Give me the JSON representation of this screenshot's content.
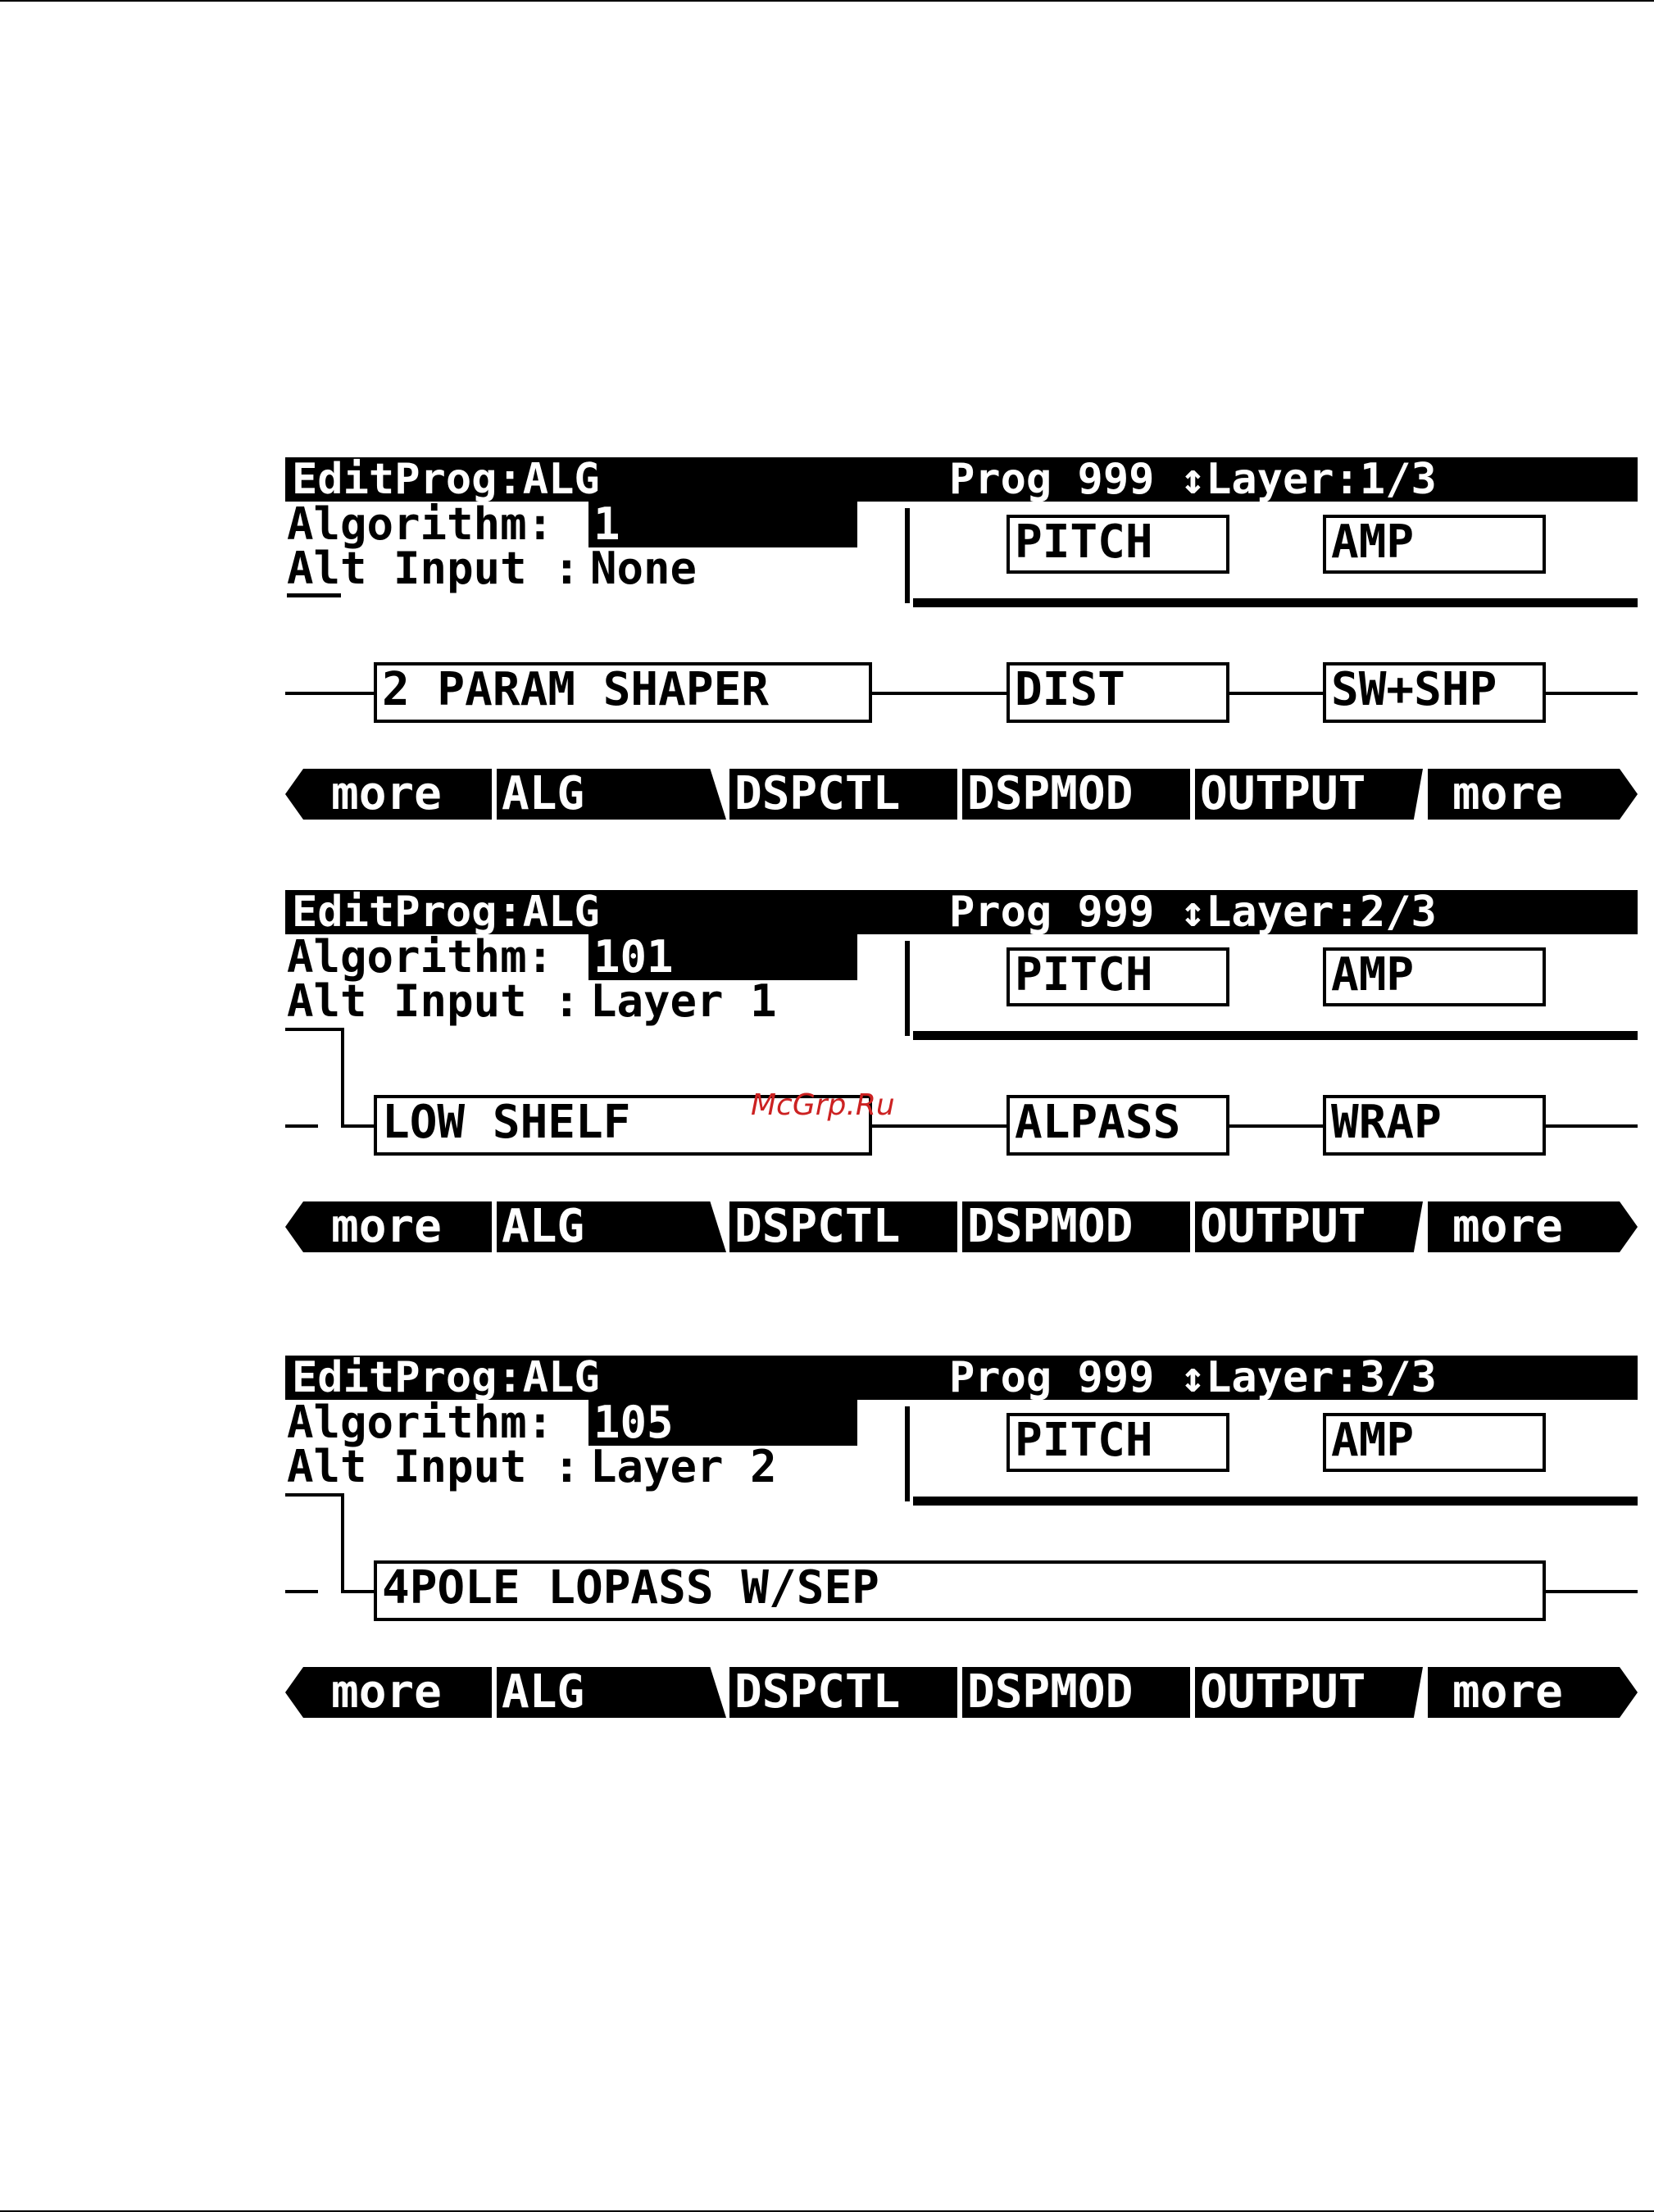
{
  "screens": [
    {
      "title_left": "EditProg:ALG",
      "title_right": "Prog 999  ↕Layer:1/3",
      "algorithm_label": "Algorithm:",
      "algorithm_value": "1",
      "alt_input_label": "Alt Input :",
      "alt_input_value": "None",
      "pitch_label": "PITCH",
      "amp_label": "AMP",
      "blocks": [
        "2 PARAM SHAPER",
        "DIST",
        "SW+SHP"
      ]
    },
    {
      "title_left": "EditProg:ALG",
      "title_right": "Prog 999  ↕Layer:2/3",
      "algorithm_label": "Algorithm:",
      "algorithm_value": "101",
      "alt_input_label": "Alt Input :",
      "alt_input_value": "Layer 1",
      "pitch_label": "PITCH",
      "amp_label": "AMP",
      "blocks": [
        "LOW SHELF",
        "ALPASS",
        "WRAP"
      ]
    },
    {
      "title_left": "EditProg:ALG",
      "title_right": "Prog 999  ↕Layer:3/3",
      "algorithm_label": "Algorithm:",
      "algorithm_value": "105",
      "alt_input_label": "Alt Input :",
      "alt_input_value": "Layer 2",
      "pitch_label": "PITCH",
      "amp_label": "AMP",
      "blocks": [
        "4POLE LOPASS W/SEP"
      ]
    }
  ],
  "softkeys": [
    "more",
    "ALG",
    "DSPCTL",
    "DSPMOD",
    "OUTPUT",
    "more"
  ],
  "watermark": "McGrp.Ru"
}
